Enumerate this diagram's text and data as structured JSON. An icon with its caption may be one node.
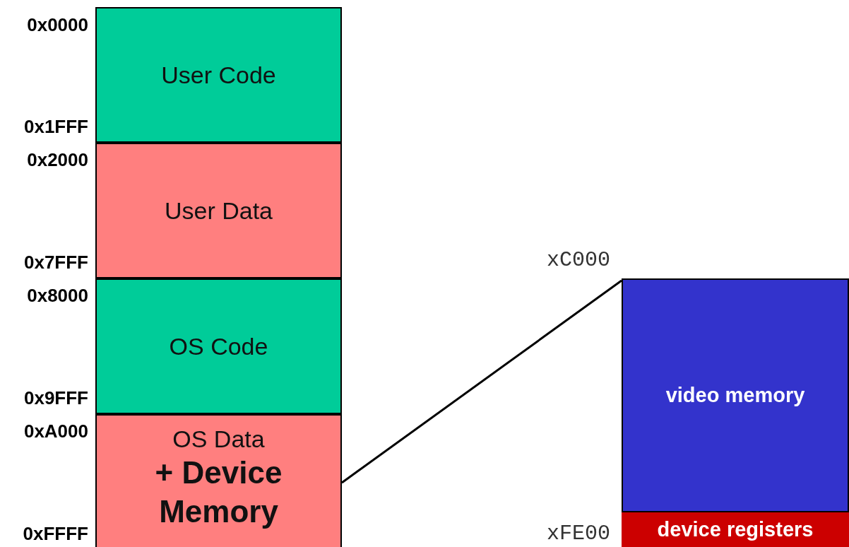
{
  "diagram": {
    "nodes": [
      {
        "text": [
          "User Code"
        ]
      },
      {
        "text": [
          "User Data"
        ]
      },
      {
        "text": [
          "OS Code"
        ]
      },
      {
        "text": [
          "OS Data",
          "+ Device Memory"
        ]
      },
      {
        "text": [
          "video memory"
        ]
      },
      {
        "text": [
          "device registers"
        ]
      }
    ],
    "edges": [
      {
        "from": 3,
        "to": 4,
        "arrow": "none"
      }
    ],
    "labels": [
      "0x0000",
      "0x1FFF",
      "0x2000",
      "0x7FFF",
      "0x8000",
      "0x9FFF",
      "0xA000",
      "0xFFFF",
      "xC000",
      "xFE00"
    ]
  }
}
